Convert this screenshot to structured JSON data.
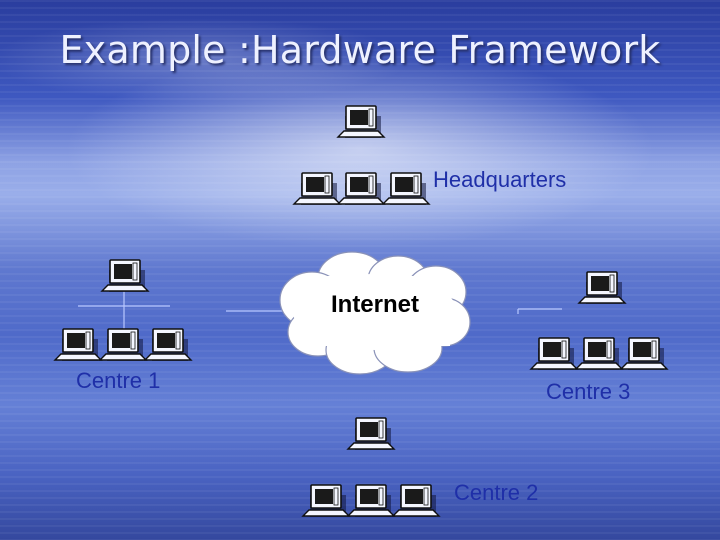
{
  "slide": {
    "title": "Example :Hardware Framework"
  },
  "cloud": {
    "label": "Internet"
  },
  "sites": {
    "headquarters": "Headquarters",
    "centre1": "Centre 1",
    "centre2": "Centre 2",
    "centre3": "Centre 3"
  },
  "icons": {
    "computer": "computer-icon",
    "cloud": "cloud-icon"
  },
  "colors": {
    "label_text": "#1f2fa8",
    "title_text": "#eef1ff",
    "cloud_fill": "#ffffff"
  }
}
